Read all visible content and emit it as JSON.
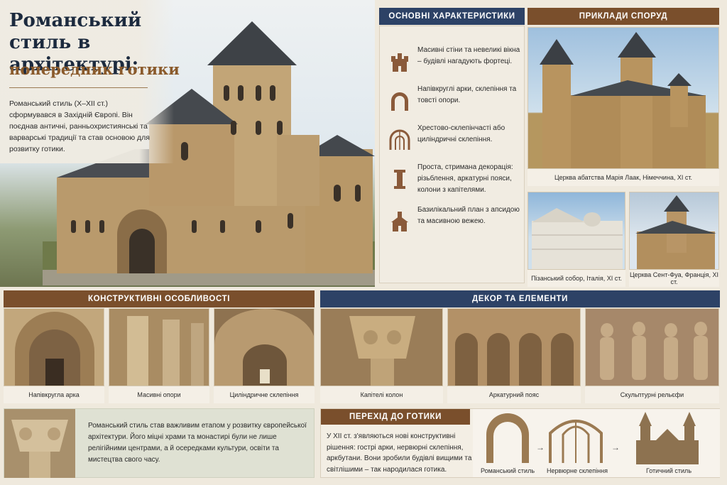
{
  "hero": {
    "title": "Романський стиль в архітектурі:",
    "subtitle": "попередник готики",
    "intro": "Романський стиль (X–XII ст.) сформувався в Західній Європі. Він поєднав античні, ранньохристиянські та варварські традиції та став основою для розвитку готики."
  },
  "characteristics": {
    "header": "ОСНОВНІ ХАРАКТЕРИСТИКИ",
    "items": [
      {
        "icon": "fortress-icon",
        "text": "Масивні стіни та невеликі вікна – будівлі нагадують фортеці."
      },
      {
        "icon": "arch-icon",
        "text": "Напівкруглі арки, склепіння та товсті опори."
      },
      {
        "icon": "vault-icon",
        "text": "Хрестово-склепінчасті або циліндричні склепіння."
      },
      {
        "icon": "column-icon",
        "text": "Проста, стримана декорація: різьблення, аркатурні пояси, колони з капітелями."
      },
      {
        "icon": "basilica-icon",
        "text": "Базилікальний план з апсидою та масивною вежею."
      }
    ]
  },
  "examples": {
    "header": "ПРИКЛАДИ СПОРУД",
    "items": [
      {
        "caption": "Церква абатства Марія Лаак, Німеччина, XI ст."
      },
      {
        "caption": "Пізанський собор, Італія, XI ст."
      },
      {
        "caption": "Церква Сент-Фуа, Франція, XI ст."
      }
    ]
  },
  "structure": {
    "header": "КОНСТРУКТИВНІ ОСОБЛИВОСТІ",
    "items": [
      {
        "caption": "Напівкругла арка"
      },
      {
        "caption": "Масивні опори"
      },
      {
        "caption": "Циліндричне склепіння"
      }
    ]
  },
  "decor": {
    "header": "ДЕКОР ТА ЕЛЕМЕНТИ",
    "items": [
      {
        "caption": "Капітелі колон"
      },
      {
        "caption": "Аркатурний пояс"
      },
      {
        "caption": "Скульптурні рельєфи"
      }
    ]
  },
  "note": {
    "text": "Романський стиль став важливим етапом у розвитку європейської архітектури. Його міцні храми та монастирі були не лише релігійними центрами, а й осередками культури, освіти та мистецтва свого часу."
  },
  "transition": {
    "header": "ПЕРЕХІД ДО ГОТИКИ",
    "text": "У XII ст. з'являються нові конструктивні рішення: гострі арки, нервюрні склепіння, аркбутани. Вони зробили будівлі вищими та світлішими – так народилася готика.",
    "steps": [
      {
        "caption": "Романський стиль"
      },
      {
        "caption": "Нервюрне склепіння"
      },
      {
        "caption": "Готичний стиль"
      }
    ],
    "arrow": "→"
  },
  "colors": {
    "navy": "#2d4266",
    "brown": "#7a4f2c",
    "stone": "#c8b08a"
  }
}
